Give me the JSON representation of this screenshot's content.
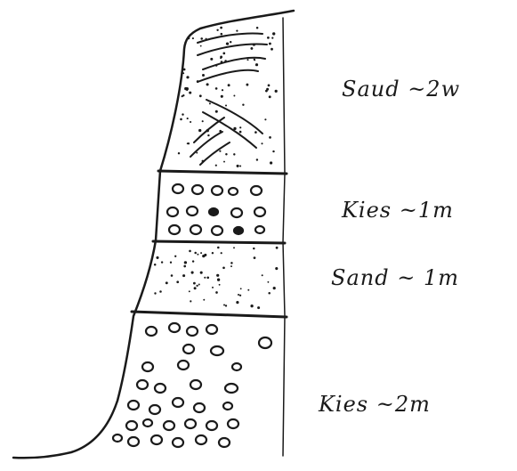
{
  "layers": [
    {
      "id": "sand-top",
      "material": "sand",
      "label": "Saud ~2w"
    },
    {
      "id": "gravel-upper",
      "material": "gravel",
      "label": "Kies ~1m"
    },
    {
      "id": "sand-middle",
      "material": "sand",
      "label": "Sand ~ 1m"
    },
    {
      "id": "gravel-base",
      "material": "gravel",
      "label": "Kies ~2m"
    }
  ],
  "colors": {
    "ink": "#1a1a1a",
    "paper": "#ffffff"
  }
}
